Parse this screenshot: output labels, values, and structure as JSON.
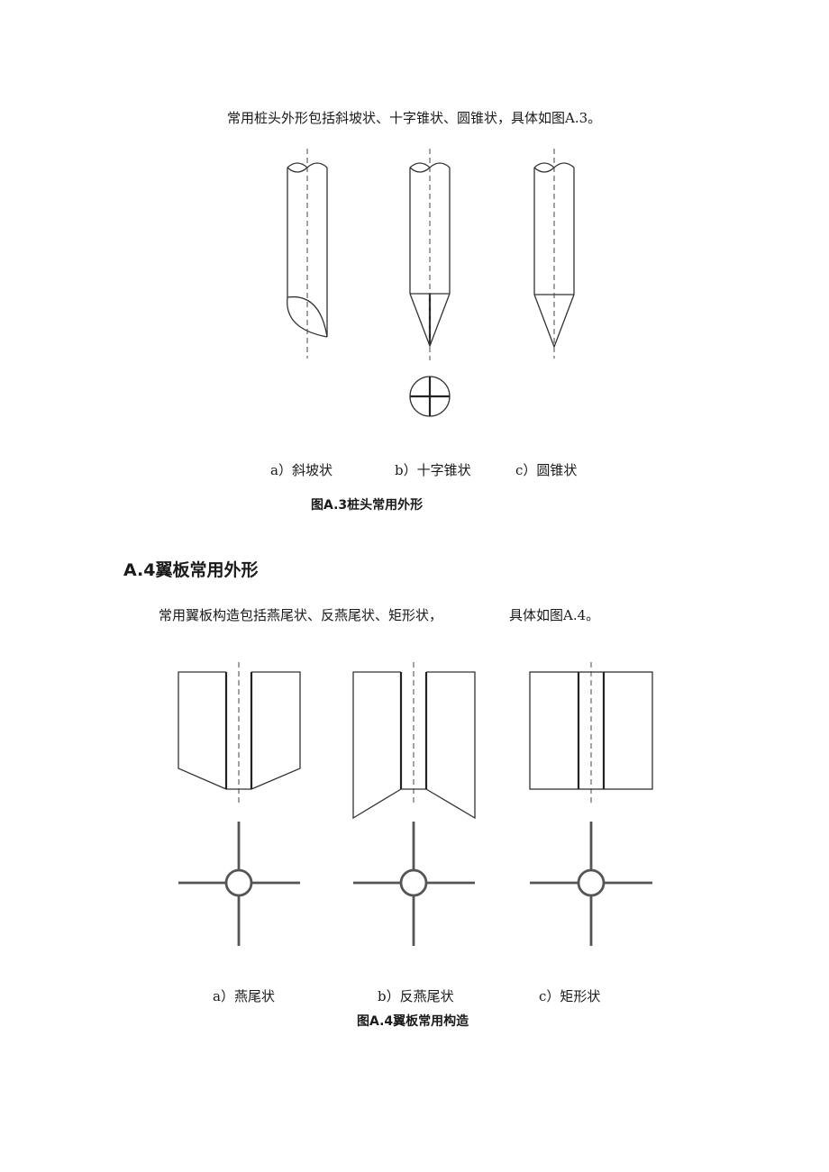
{
  "section_a3": {
    "intro": "常用桩头外形包括斜坡状、十字锥状、圆锥状，具体如图A.3。",
    "labels": [
      "a）斜坡状",
      "b）十字锥状",
      "c）圆锥状"
    ],
    "caption": "图A.3桩头常用外形"
  },
  "section_a4": {
    "heading": "A.4翼板常用外形",
    "intro_left": "常用翼板构造包括燕尾状、反燕尾状、矩形状，",
    "intro_right": "具体如图A.4。",
    "labels": [
      "a）燕尾状",
      "b）反燕尾状",
      "c）矩形状"
    ],
    "caption": "图A.4翼板常用构造"
  }
}
